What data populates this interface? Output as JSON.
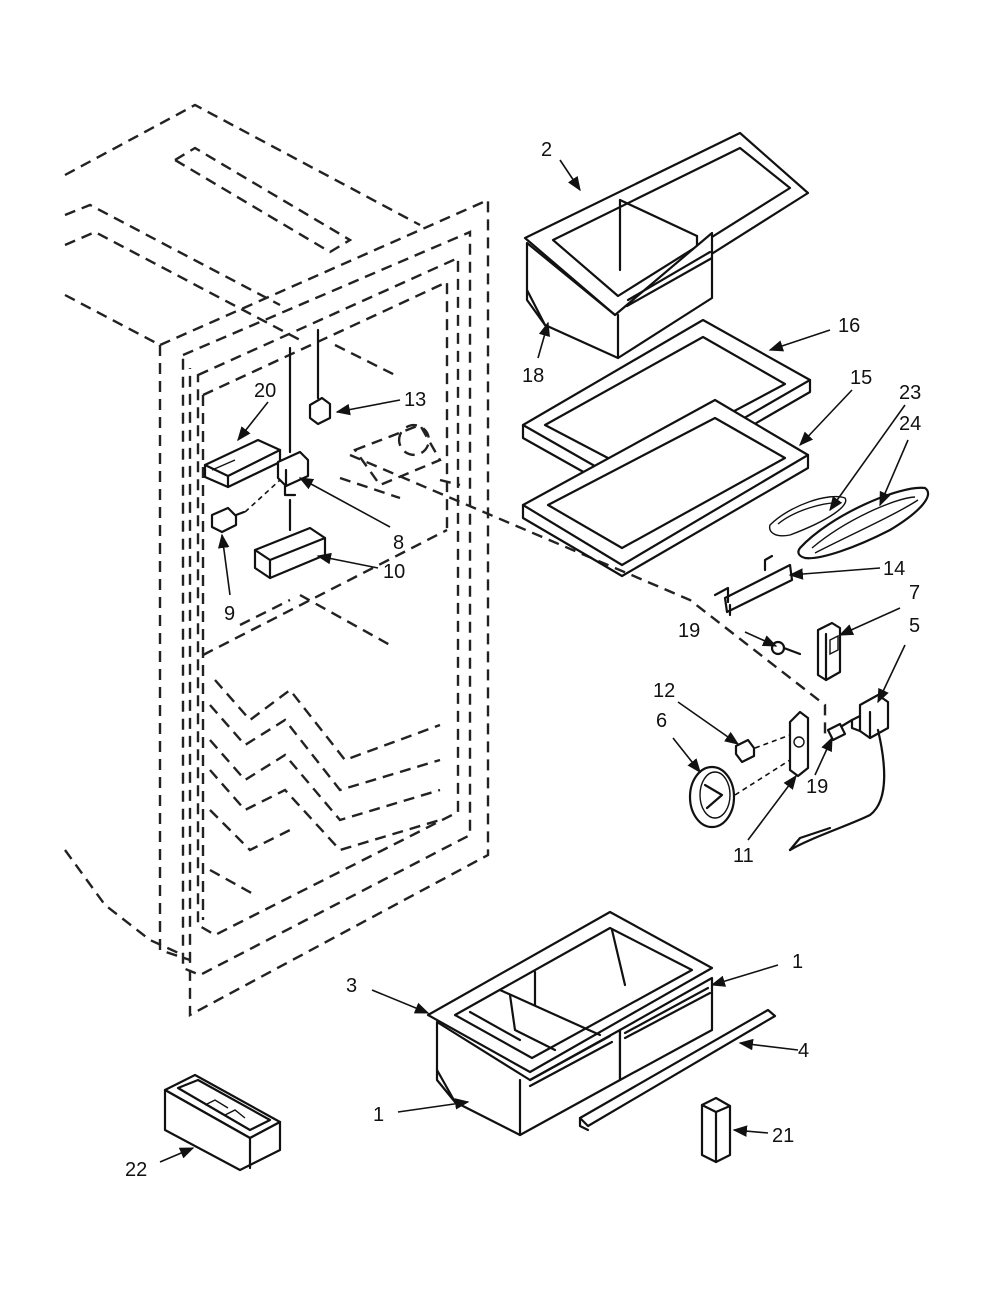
{
  "callouts": [
    "1",
    "1",
    "2",
    "3",
    "4",
    "5",
    "6",
    "7",
    "8",
    "9",
    "10",
    "11",
    "12",
    "13",
    "14",
    "15",
    "16",
    "18",
    "19",
    "19",
    "20",
    "21",
    "22",
    "23",
    "24"
  ]
}
